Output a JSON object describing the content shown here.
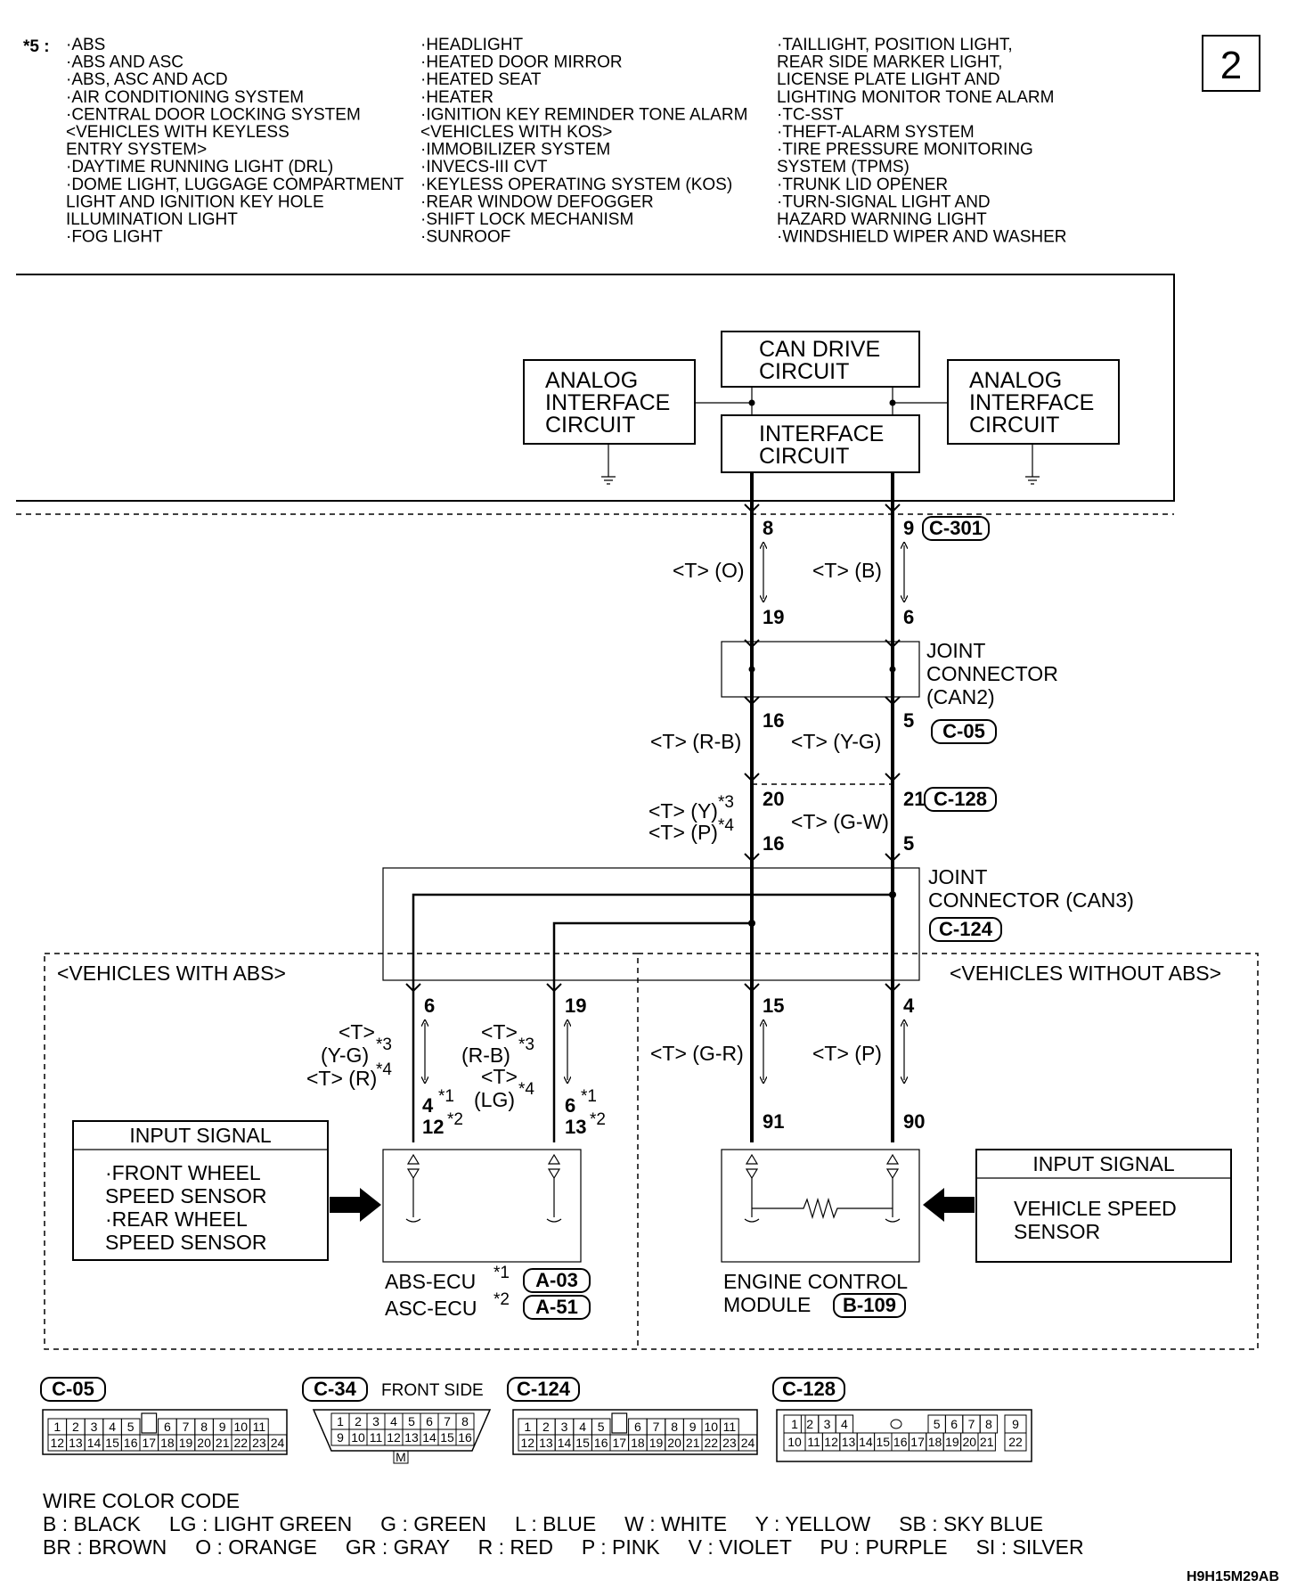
{
  "page_number": "2",
  "footnote": {
    "marker": "*5 :",
    "col1": [
      "·ABS",
      "·ABS AND ASC",
      "·ABS, ASC AND ACD",
      "·AIR CONDITIONING SYSTEM",
      "·CENTRAL DOOR LOCKING SYSTEM",
      " <VEHICLES WITH KEYLESS",
      " ENTRY SYSTEM>",
      "·DAYTIME RUNNING LIGHT (DRL)",
      "·DOME LIGHT, LUGGAGE COMPARTMENT",
      " LIGHT AND IGNITION KEY HOLE",
      " ILLUMINATION LIGHT",
      "·FOG LIGHT"
    ],
    "col2": [
      "·HEADLIGHT",
      "·HEATED DOOR MIRROR",
      "·HEATED SEAT",
      "·HEATER",
      "·IGNITION KEY REMINDER TONE ALARM",
      " <VEHICLES WITH KOS>",
      "·IMMOBILIZER SYSTEM",
      "·INVECS-III CVT",
      "·KEYLESS OPERATING SYSTEM (KOS)",
      "·REAR WINDOW DEFOGGER",
      "·SHIFT LOCK MECHANISM",
      "·SUNROOF"
    ],
    "col3": [
      "·TAILLIGHT, POSITION LIGHT,",
      " REAR SIDE MARKER LIGHT,",
      " LICENSE PLATE LIGHT AND",
      " LIGHTING MONITOR TONE ALARM",
      "·TC-SST",
      "·THEFT-ALARM SYSTEM",
      "·TIRE PRESSURE MONITORING",
      " SYSTEM (TPMS)",
      "·TRUNK LID OPENER",
      "·TURN-SIGNAL LIGHT AND",
      " HAZARD WARNING LIGHT",
      "·WINDSHIELD WIPER AND WASHER"
    ]
  },
  "blocks": {
    "can_drive": [
      "CAN DRIVE",
      "CIRCUIT"
    ],
    "interface": [
      "INTERFACE",
      "CIRCUIT"
    ],
    "analog_left": [
      "ANALOG",
      "INTERFACE",
      "CIRCUIT"
    ],
    "analog_right": [
      "ANALOG",
      "INTERFACE",
      "CIRCUIT"
    ],
    "jc_can2": [
      "JOINT",
      "CONNECTOR",
      "(CAN2)"
    ],
    "jc_can3": [
      "JOINT",
      "CONNECTOR (CAN3)"
    ],
    "input_left_title": "INPUT SIGNAL",
    "input_left_items": [
      "·FRONT WHEEL",
      " SPEED SENSOR",
      "·REAR WHEEL",
      " SPEED SENSOR"
    ],
    "input_right_title": "INPUT SIGNAL",
    "input_right_items": [
      "VEHICLE SPEED",
      "SENSOR"
    ],
    "abs_ecu": "ABS-ECU",
    "abs_ecu_star": "*1",
    "abs_ecu_code": "A-03",
    "asc_ecu": "ASC-ECU",
    "asc_ecu_star": "*2",
    "asc_ecu_code": "A-51",
    "ecm": [
      "ENGINE CONTROL",
      "MODULE"
    ],
    "ecm_code": "B-109",
    "region_abs": "<VEHICLES WITH ABS>",
    "region_no_abs": "<VEHICLES WITHOUT ABS>"
  },
  "connectors": {
    "c301": "C-301",
    "c05": "C-05",
    "c128": "C-128",
    "c124": "C-124"
  },
  "pins": {
    "p8": "8",
    "p9": "9",
    "p19a": "19",
    "p6a": "6",
    "p16a": "16",
    "p5a": "5",
    "p20": "20",
    "p21": "21",
    "p16b": "16",
    "p5b": "5",
    "p6b": "6",
    "p19b": "19",
    "p15": "15",
    "p4": "4",
    "p4s1": "4",
    "s1a": "*1",
    "p12s2": "12",
    "s2a": "*2",
    "p6s1": "6",
    "s1b": "*1",
    "p13s2": "13",
    "s2b": "*2",
    "p91": "91",
    "p90": "90"
  },
  "wire_labels": {
    "w_t_o": "<T> (O)",
    "w_t_b": "<T> (B)",
    "w_t_rb": "<T> (R-B)",
    "w_t_yg": "<T> (Y-G)",
    "w_t_y": "<T> (Y)",
    "w_star3": "*3",
    "w_t_p": "<T> (P)",
    "w_star4": "*4",
    "w_t_gw": "<T> (G-W)",
    "w_abs1_t": "<T>",
    "w_abs1_yg": "(Y-G)",
    "w_abs1_s3": "*3",
    "w_abs1_tr": "<T> (R)",
    "w_abs1_s4": "*4",
    "w_abs2_t": "<T>",
    "w_abs2_rb": "(R-B)",
    "w_abs2_s3": "*3",
    "w_abs2_t2": "<T>",
    "w_abs2_lg": "(LG)",
    "w_abs2_s4": "*4",
    "w_t_gr": "<T> (G-R)",
    "w_t_p2": "<T> (P)"
  },
  "connector_views": {
    "c05": {
      "code": "C-05",
      "row1": [
        "1",
        "2",
        "3",
        "4",
        "5",
        "",
        "6",
        "7",
        "8",
        "9",
        "10",
        "11"
      ],
      "row2": [
        "12",
        "13",
        "14",
        "15",
        "16",
        "17",
        "18",
        "19",
        "20",
        "21",
        "22",
        "23",
        "24"
      ]
    },
    "c34": {
      "code": "C-34",
      "label": "FRONT SIDE",
      "row1": [
        "1",
        "2",
        "3",
        "4",
        "5",
        "6",
        "7",
        "8"
      ],
      "row2": [
        "9",
        "10",
        "11",
        "12",
        "13",
        "14",
        "15",
        "16"
      ],
      "key": "M"
    },
    "c124": {
      "code": "C-124",
      "row1": [
        "1",
        "2",
        "3",
        "4",
        "5",
        "",
        "6",
        "7",
        "8",
        "9",
        "10",
        "11"
      ],
      "row2": [
        "12",
        "13",
        "14",
        "15",
        "16",
        "17",
        "18",
        "19",
        "20",
        "21",
        "22",
        "23",
        "24"
      ]
    },
    "c128": {
      "code": "C-128",
      "row1": [
        "1",
        "2",
        "3",
        "4",
        "5",
        "6",
        "7",
        "8",
        "9"
      ],
      "row2": [
        "10",
        "11",
        "12",
        "13",
        "14",
        "15",
        "16",
        "17",
        "18",
        "19",
        "20",
        "21",
        "22"
      ]
    }
  },
  "wire_color_code": {
    "title": "WIRE COLOR CODE",
    "line1": "B : BLACK     LG : LIGHT GREEN     G : GREEN     L : BLUE     W : WHITE     Y : YELLOW     SB : SKY BLUE",
    "line2": "BR : BROWN     O : ORANGE     GR : GRAY     R : RED     P : PINK     V : VIOLET     PU : PURPLE     SI : SILVER"
  },
  "figure_code": "H9H15M29AB"
}
